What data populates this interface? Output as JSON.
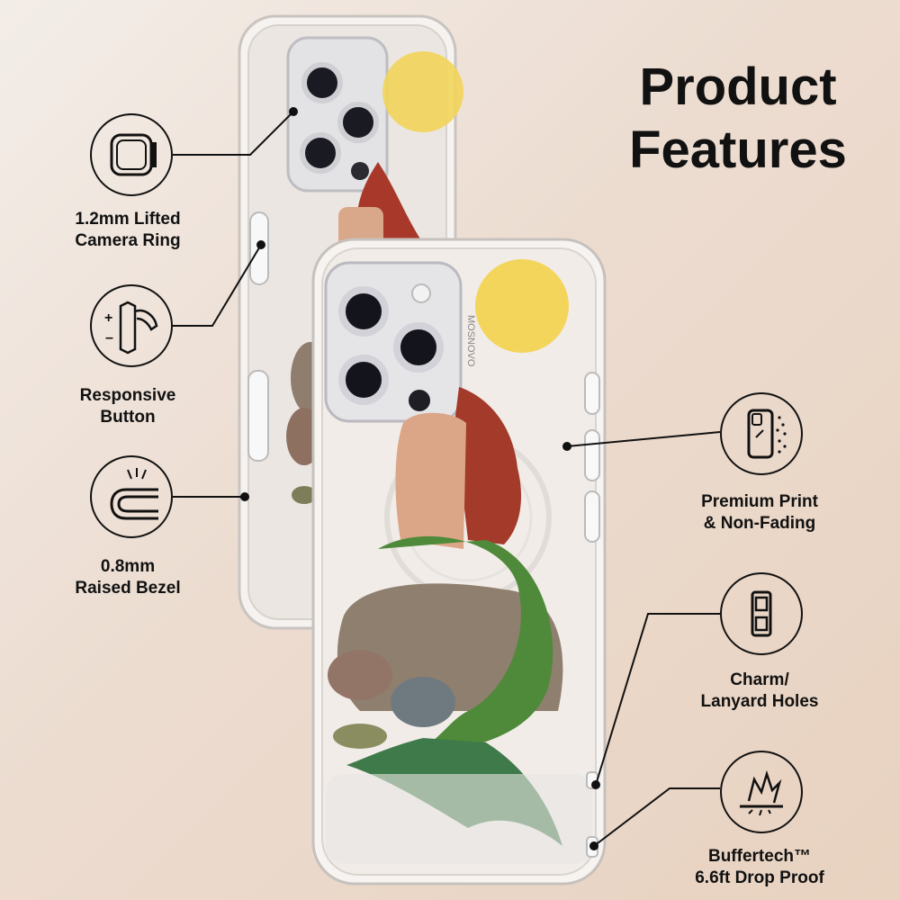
{
  "title": {
    "line1": "Product",
    "line2": "Features"
  },
  "brand_text": "MOSNOVO",
  "features": {
    "camera_ring": {
      "line1": "1.2mm Lifted",
      "line2": "Camera Ring",
      "icon": "camera-ring-icon"
    },
    "button": {
      "line1": "Responsive",
      "line2": "Button",
      "icon": "button-icon"
    },
    "bezel": {
      "line1": "0.8mm",
      "line2": "Raised Bezel",
      "icon": "bezel-icon"
    },
    "print": {
      "line1": "Premium Print",
      "line2": "& Non-Fading",
      "icon": "print-icon"
    },
    "lanyard": {
      "line1": "Charm/",
      "line2": "Lanyard Holes",
      "icon": "lanyard-icon"
    },
    "drop": {
      "line1": "Buffertech™",
      "line2": "6.6ft Drop Proof",
      "icon": "drop-icon"
    }
  }
}
